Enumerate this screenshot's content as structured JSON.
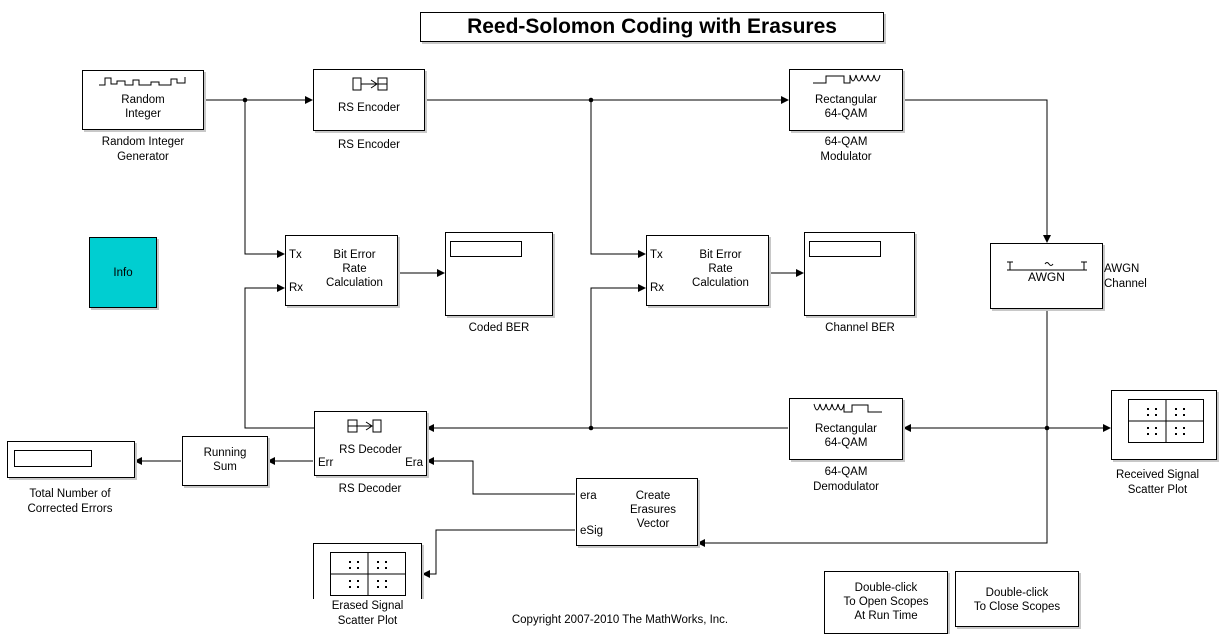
{
  "title": "Reed-Solomon Coding with Erasures",
  "copyright": "Copyright 2007-2010 The MathWorks, Inc.",
  "blocks": {
    "random_integer": {
      "text": "Random\nInteger",
      "caption": "Random Integer\nGenerator"
    },
    "rs_encoder": {
      "text": "RS Encoder",
      "caption": "RS Encoder"
    },
    "qam_mod": {
      "text": "Rectangular\n64-QAM",
      "caption": "64-QAM\nModulator"
    },
    "awgn": {
      "text": "AWGN",
      "caption": "AWGN\nChannel"
    },
    "ber1": {
      "text": "Bit Error\nRate\nCalculation",
      "port_tx": "Tx",
      "port_rx": "Rx"
    },
    "ber2": {
      "text": "Bit Error\nRate\nCalculation",
      "port_tx": "Tx",
      "port_rx": "Rx"
    },
    "coded_ber": {
      "caption": "Coded BER"
    },
    "channel_ber": {
      "caption": "Channel BER"
    },
    "info": {
      "text": "Info"
    },
    "qam_demod": {
      "text": "Rectangular\n64-QAM",
      "caption": "64-QAM\nDemodulator"
    },
    "rs_decoder": {
      "text": "RS Decoder",
      "caption": "RS Decoder",
      "port_err": "Err",
      "port_era": "Era"
    },
    "running_sum": {
      "text": "Running\nSum"
    },
    "total_errors": {
      "caption": "Total Number of\nCorrected Errors"
    },
    "received_scatter": {
      "caption": "Received Signal\nScatter Plot"
    },
    "create_erasures": {
      "text": "Create\nErasures\nVector",
      "port_era": "era",
      "port_esig": "eSig"
    },
    "erased_scatter": {
      "caption": "Erased Signal\nScatter Plot"
    },
    "open_scopes": {
      "text": "Double-click\nTo Open Scopes\nAt Run Time"
    },
    "close_scopes": {
      "text": "Double-click\nTo Close Scopes"
    }
  },
  "colors": {
    "info_block": "#00ced1",
    "shadow": "#c8c8c8",
    "line": "#000000"
  }
}
